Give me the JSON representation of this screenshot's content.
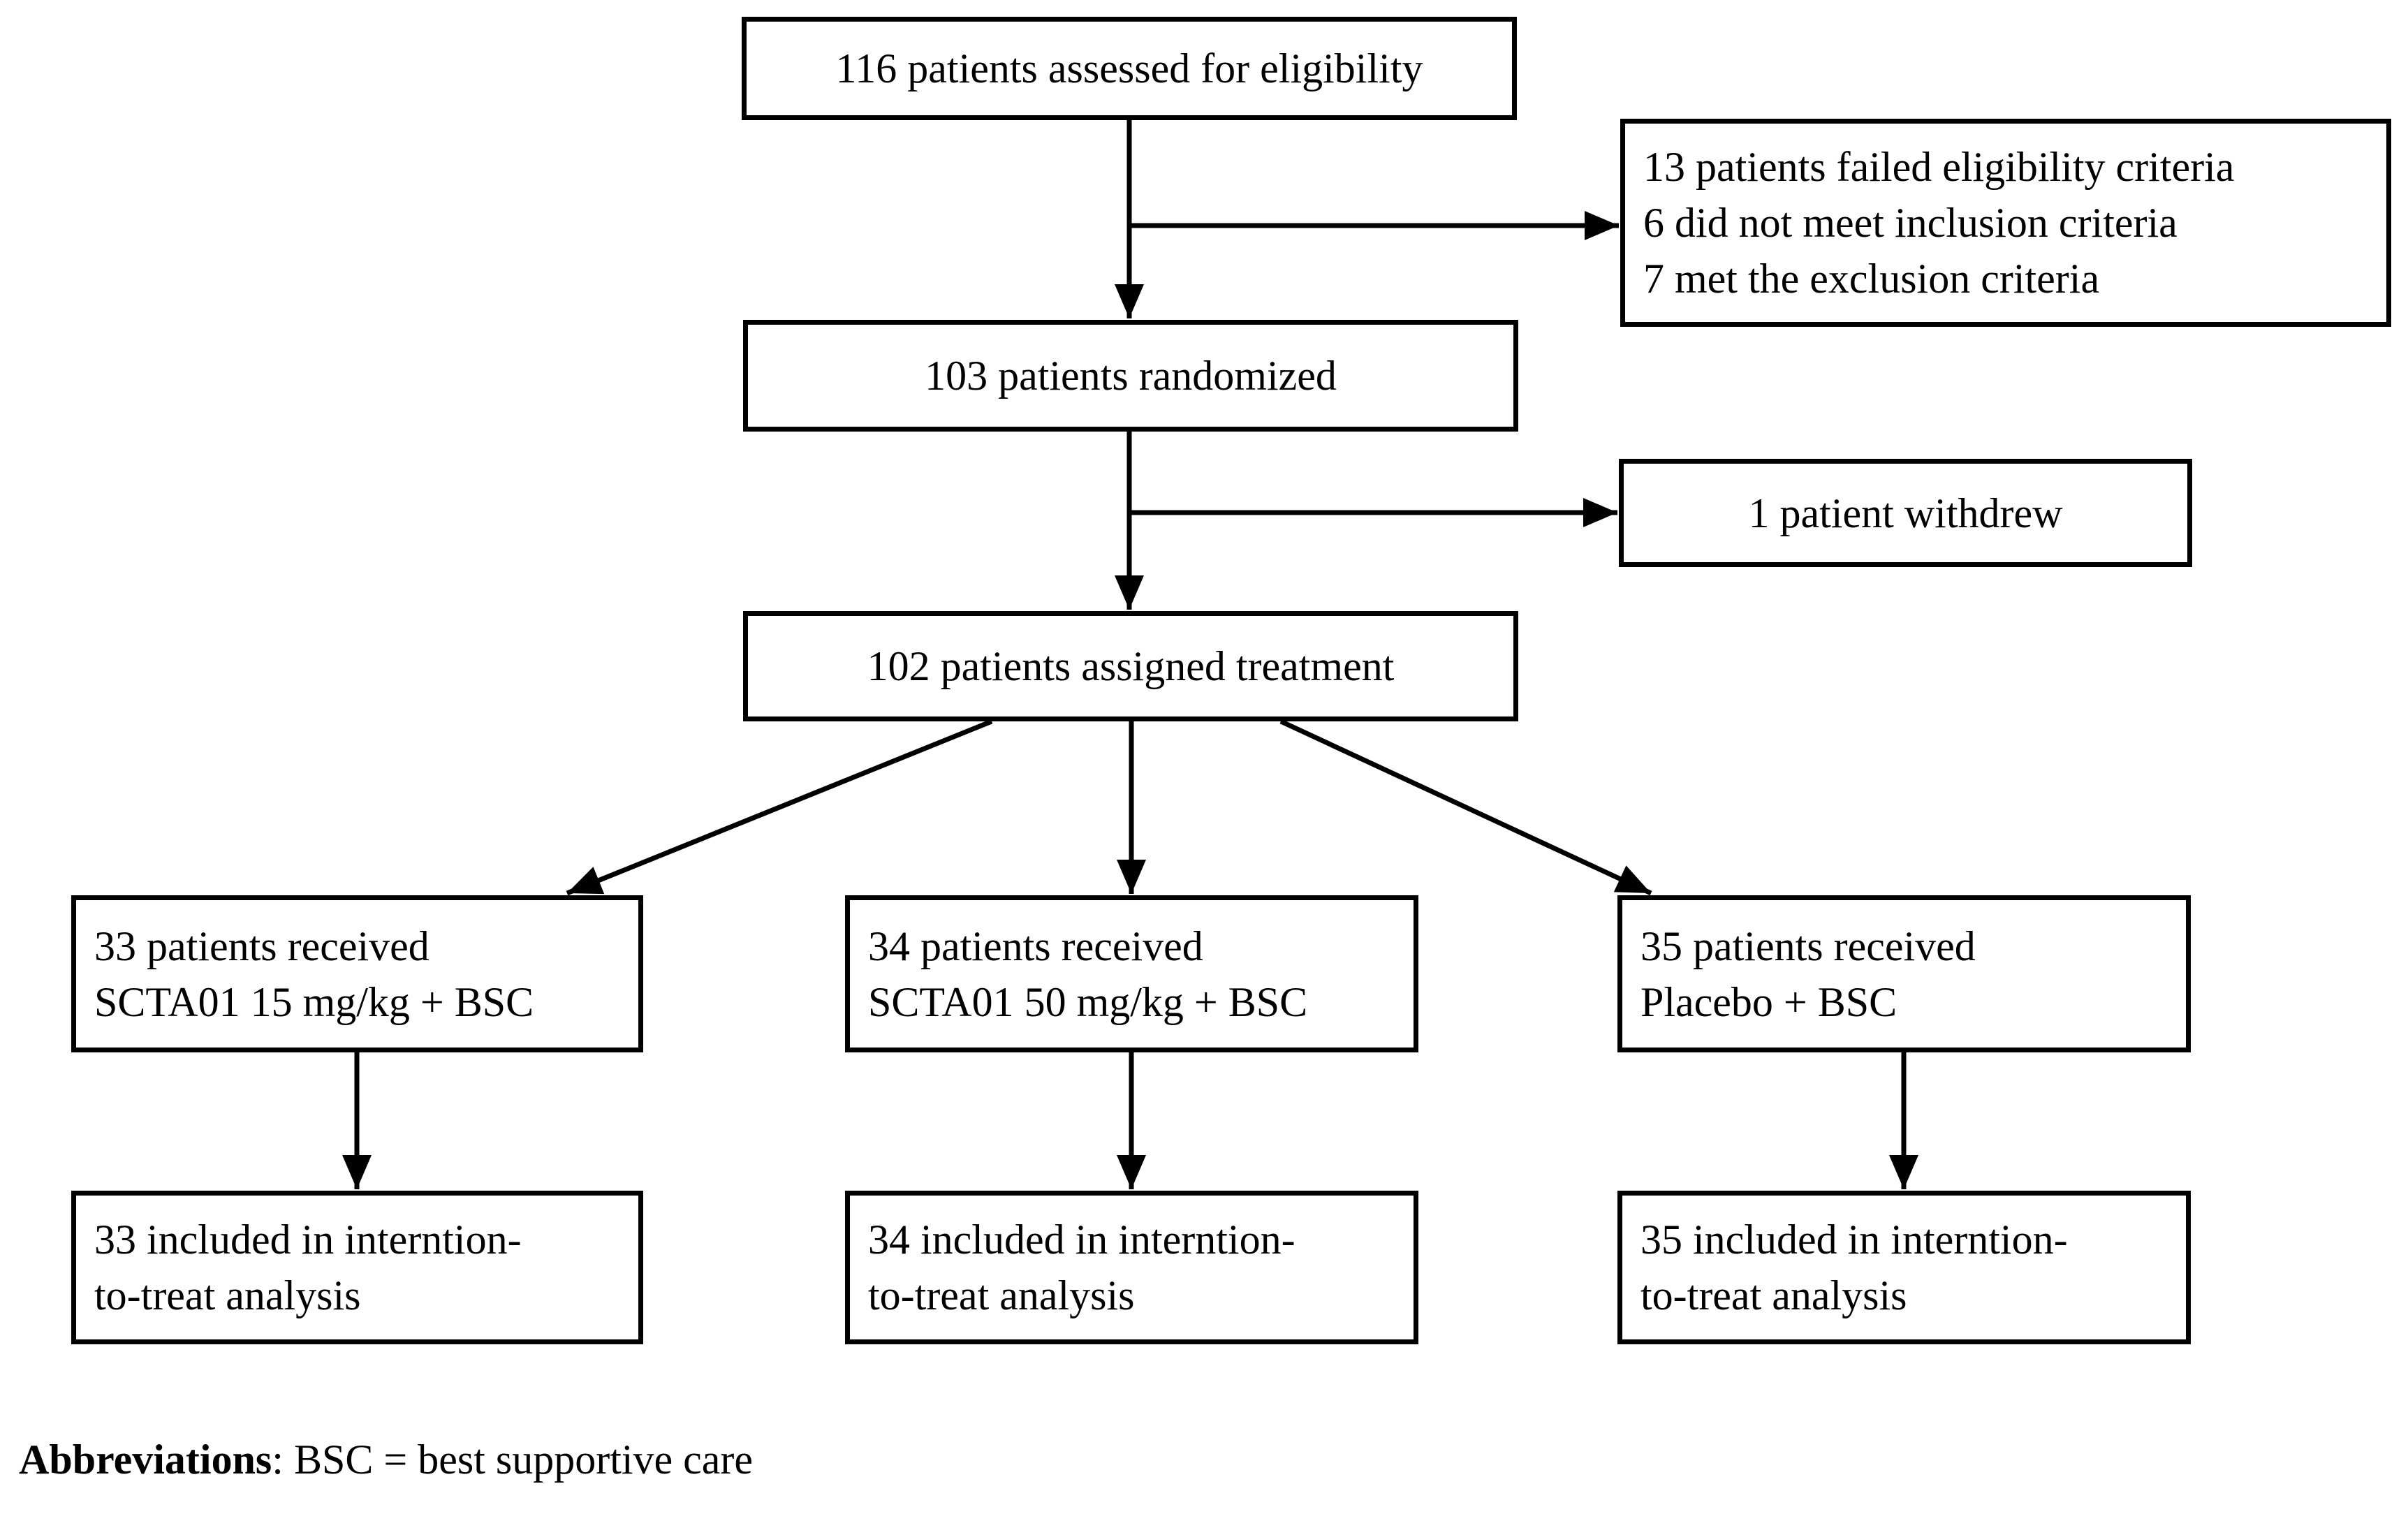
{
  "figure": {
    "type": "consort-flowchart",
    "background_color": "#ffffff",
    "line_color": "#000000",
    "text_color": "#000000"
  },
  "boxes": {
    "assessed": {
      "text": "116 patients assessed for eligibility"
    },
    "failed": {
      "lines": [
        "13 patients failed eligibility criteria",
        "6 did not meet inclusion criteria",
        "7 met the exclusion criteria"
      ]
    },
    "randomized": {
      "text": "103 patients randomized"
    },
    "withdrew": {
      "text": "1 patient withdrew"
    },
    "assigned": {
      "text": "102 patients assigned treatment"
    },
    "arm_15mg": {
      "lines": [
        "33 patients received",
        "SCTA01 15 mg/kg + BSC"
      ]
    },
    "arm_50mg": {
      "lines": [
        "34 patients received",
        "SCTA01 50 mg/kg + BSC"
      ]
    },
    "arm_placebo": {
      "lines": [
        "35 patients received",
        "Placebo + BSC"
      ]
    },
    "itt_15mg": {
      "lines": [
        "33 included in interntion-",
        "to-treat analysis"
      ]
    },
    "itt_50mg": {
      "lines": [
        "34 included in interntion-",
        "to-treat analysis"
      ]
    },
    "itt_placebo": {
      "lines": [
        "35 included in interntion-",
        "to-treat analysis"
      ]
    }
  },
  "footer": {
    "label": "Abbreviations",
    "text": ": BSC = best supportive care"
  }
}
